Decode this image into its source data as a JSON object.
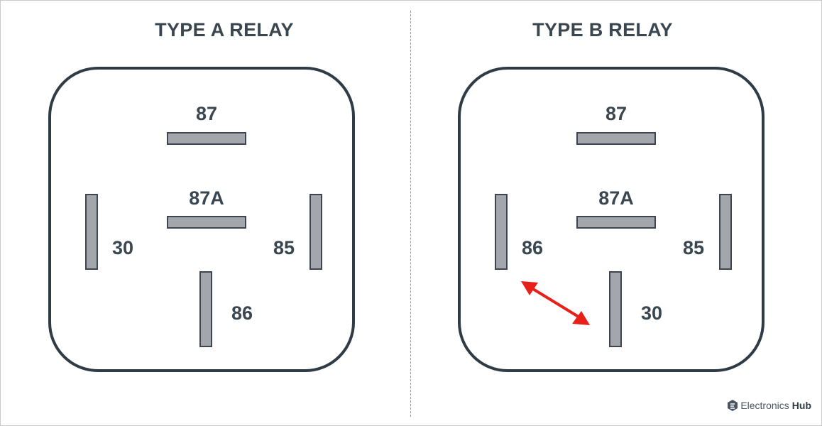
{
  "panels": [
    {
      "title": "TYPE A RELAY",
      "pins": {
        "top": "87",
        "middle": "87A",
        "left": "30",
        "right": "85",
        "bottom": "86"
      }
    },
    {
      "title": "TYPE B RELAY",
      "pins": {
        "top": "87",
        "middle": "87A",
        "left": "86",
        "right": "85",
        "bottom": "30"
      },
      "swap_arrow_color": "#e8201a"
    }
  ],
  "watermark": {
    "brand": "Electronics",
    "brand_bold": "Hub"
  },
  "colors": {
    "outline": "#2f3b45",
    "pin_fill": "#a3a7ab",
    "text": "#3a4650",
    "arrow": "#e8201a"
  }
}
